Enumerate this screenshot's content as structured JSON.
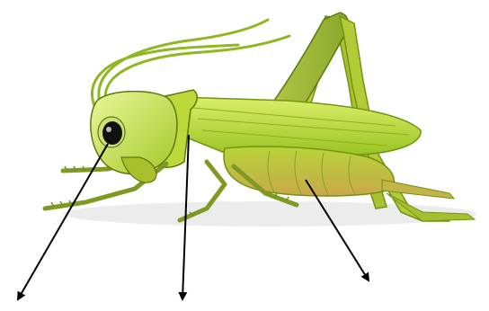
{
  "figure": {
    "subject_icon": "grasshopper-illustration",
    "pointer_count": 3,
    "colors": {
      "body_light": "#cde64a",
      "body_mid": "#a9cd26",
      "body_dark": "#6f9512",
      "outline": "#5a7a10",
      "eye": "#111111",
      "arrow": "#000000",
      "shadow": "#e6e6e6"
    }
  },
  "pointers": [
    {
      "name": "head-pointer",
      "label": ""
    },
    {
      "name": "thorax-pointer",
      "label": ""
    },
    {
      "name": "abdomen-pointer",
      "label": ""
    }
  ]
}
